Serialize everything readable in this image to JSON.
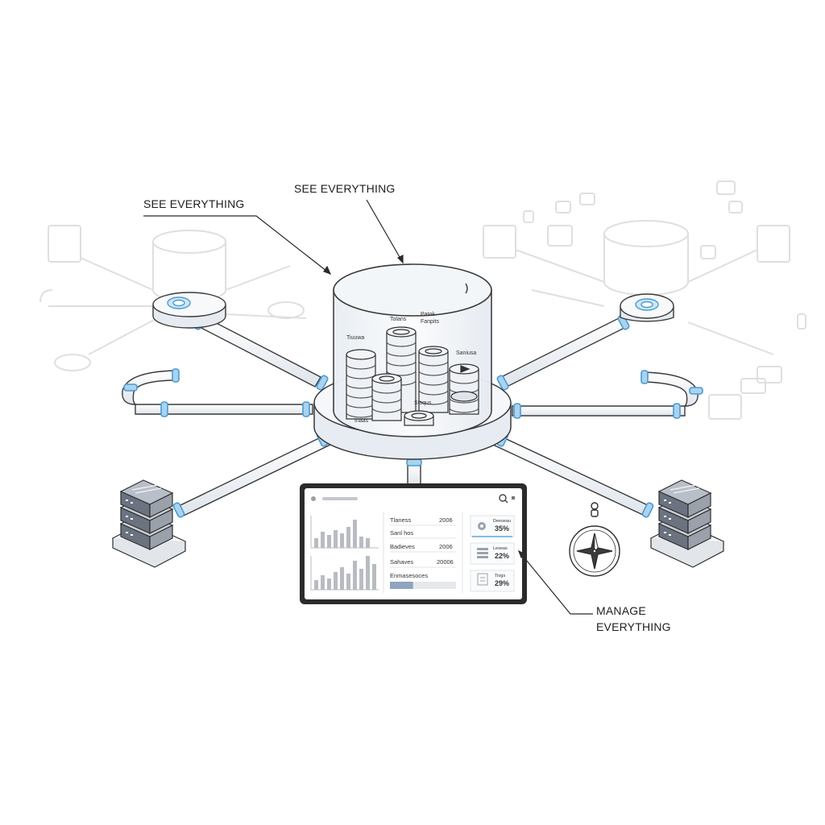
{
  "callouts": {
    "see_everything_left": "SEE EVERYTHING",
    "see_everything_top": "SEE EVERYTHING",
    "manage_line1": "MANAGE",
    "manage_line2": "EVERYTHING"
  },
  "hub": {
    "labels": [
      "Tolans",
      "Patok",
      "Fanpits",
      "Tiuuwa",
      "Saniusa",
      "Stsqus",
      "Inaas"
    ]
  },
  "dashboard": {
    "rows": [
      {
        "label": "Tlaness",
        "value": "2006"
      },
      {
        "label": "Sanl hos",
        "value": ""
      },
      {
        "label": "Badieves",
        "value": "2006"
      },
      {
        "label": "Sahaves",
        "value": "20006"
      },
      {
        "label": "Enmasesoces",
        "value": ""
      }
    ],
    "stats": [
      {
        "label": "Deeseau",
        "value": "35%"
      },
      {
        "label": "Leseas",
        "value": "22%"
      },
      {
        "label": "Tiogs",
        "value": "29%"
      }
    ],
    "bar_fill": 0.35
  },
  "colors": {
    "accent": "#5aa7dc",
    "line": "#3a3a3a",
    "server": "#6b7280",
    "pipe": "#f4f6f9"
  },
  "icons": {
    "compass": "compass-icon",
    "search": "search-icon",
    "gear": "gear-icon"
  }
}
